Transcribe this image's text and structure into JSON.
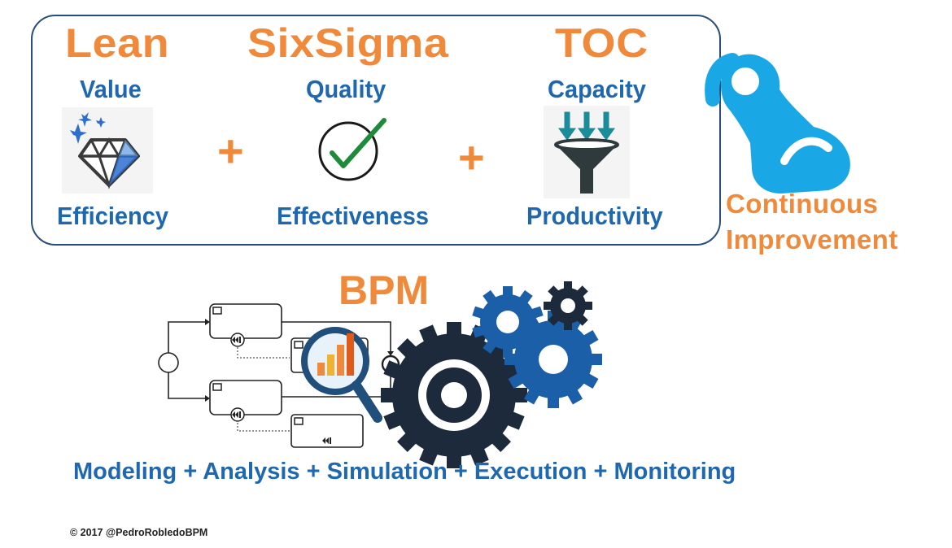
{
  "pillars": [
    {
      "method": "Lean",
      "top": "Value",
      "bottom": "Efficiency",
      "icon": "diamond-icon"
    },
    {
      "method": "SixSigma",
      "top": "Quality",
      "bottom": "Effectiveness",
      "icon": "checkmark-icon"
    },
    {
      "method": "TOC",
      "top": "Capacity",
      "bottom": "Productivity",
      "icon": "funnel-icon"
    }
  ],
  "plus_signs": [
    "+",
    "+"
  ],
  "continuous_improvement": {
    "line1": "Continuous",
    "line2": "Improvement",
    "icon": "flexed-arm-icon"
  },
  "bpm": {
    "title": "BPM",
    "steps": "Modeling + Analysis + Simulation + Execution + Monitoring",
    "icons": [
      "process-diagram-icon",
      "magnifier-chart-icon",
      "gears-icon"
    ]
  },
  "colors": {
    "orange": "#f08a3a",
    "blue": "#1f68b0",
    "light_blue": "#19a7e6",
    "dark_navy": "#1c2a3c",
    "gear_blue": "#1a5fa8",
    "frame": "#2a4d7a"
  },
  "footer": {
    "copyright": "© 2017 @PedroRobledoBPM"
  }
}
